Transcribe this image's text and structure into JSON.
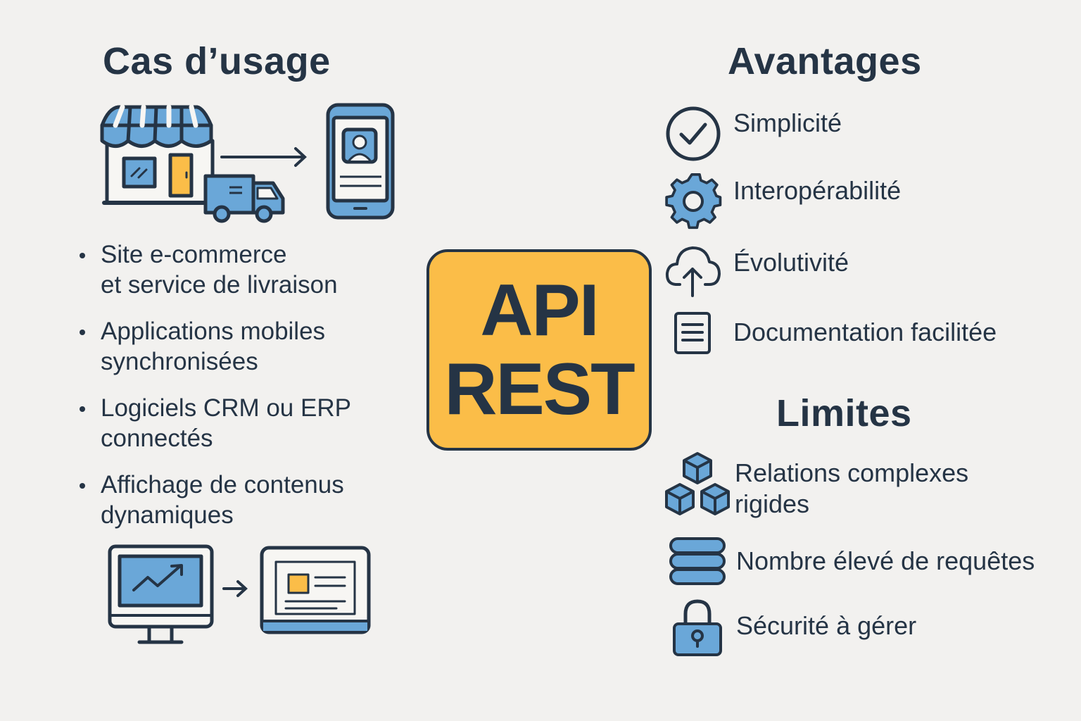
{
  "left": {
    "heading": "Cas d’usage",
    "bullets": [
      {
        "line1": "Site e-commerce",
        "line2": "et service de livraison"
      },
      {
        "line1": "Applications mobiles",
        "line2": "synchronisées"
      },
      {
        "line1": "Logiciels CRM ou ERP",
        "line2": "connectés"
      },
      {
        "line1": "Affichage de contenus",
        "line2": "dynamiques"
      }
    ],
    "illustrations": [
      "storefront-icon",
      "delivery-truck-icon",
      "arrow-right-icon",
      "smartphone-profile-icon",
      "desktop-chart-icon",
      "laptop-content-icon"
    ]
  },
  "center": {
    "line1": "API",
    "line2": "REST",
    "color": "#fbbd48"
  },
  "advantages": {
    "heading": "Avantages",
    "items": [
      {
        "label": "Simplicité",
        "icon": "check-circle-icon"
      },
      {
        "label": "Interopérabilité",
        "icon": "gear-icon"
      },
      {
        "label": "Évolutivité",
        "icon": "cloud-upload-icon"
      },
      {
        "label": "Documentation facilitée",
        "icon": "document-icon"
      }
    ]
  },
  "limits": {
    "heading": "Limites",
    "items": [
      {
        "line1": "Relations complexes",
        "line2": "rigides",
        "icon": "cubes-icon"
      },
      {
        "label": "Nombre élevé de requêtes",
        "icon": "database-stack-icon"
      },
      {
        "label": "Sécurité à gérer",
        "icon": "padlock-icon"
      }
    ]
  },
  "colors": {
    "navy": "#253445",
    "blue": "#6aa7d8",
    "yellow": "#fbbd48",
    "background": "#f2f1ef"
  }
}
